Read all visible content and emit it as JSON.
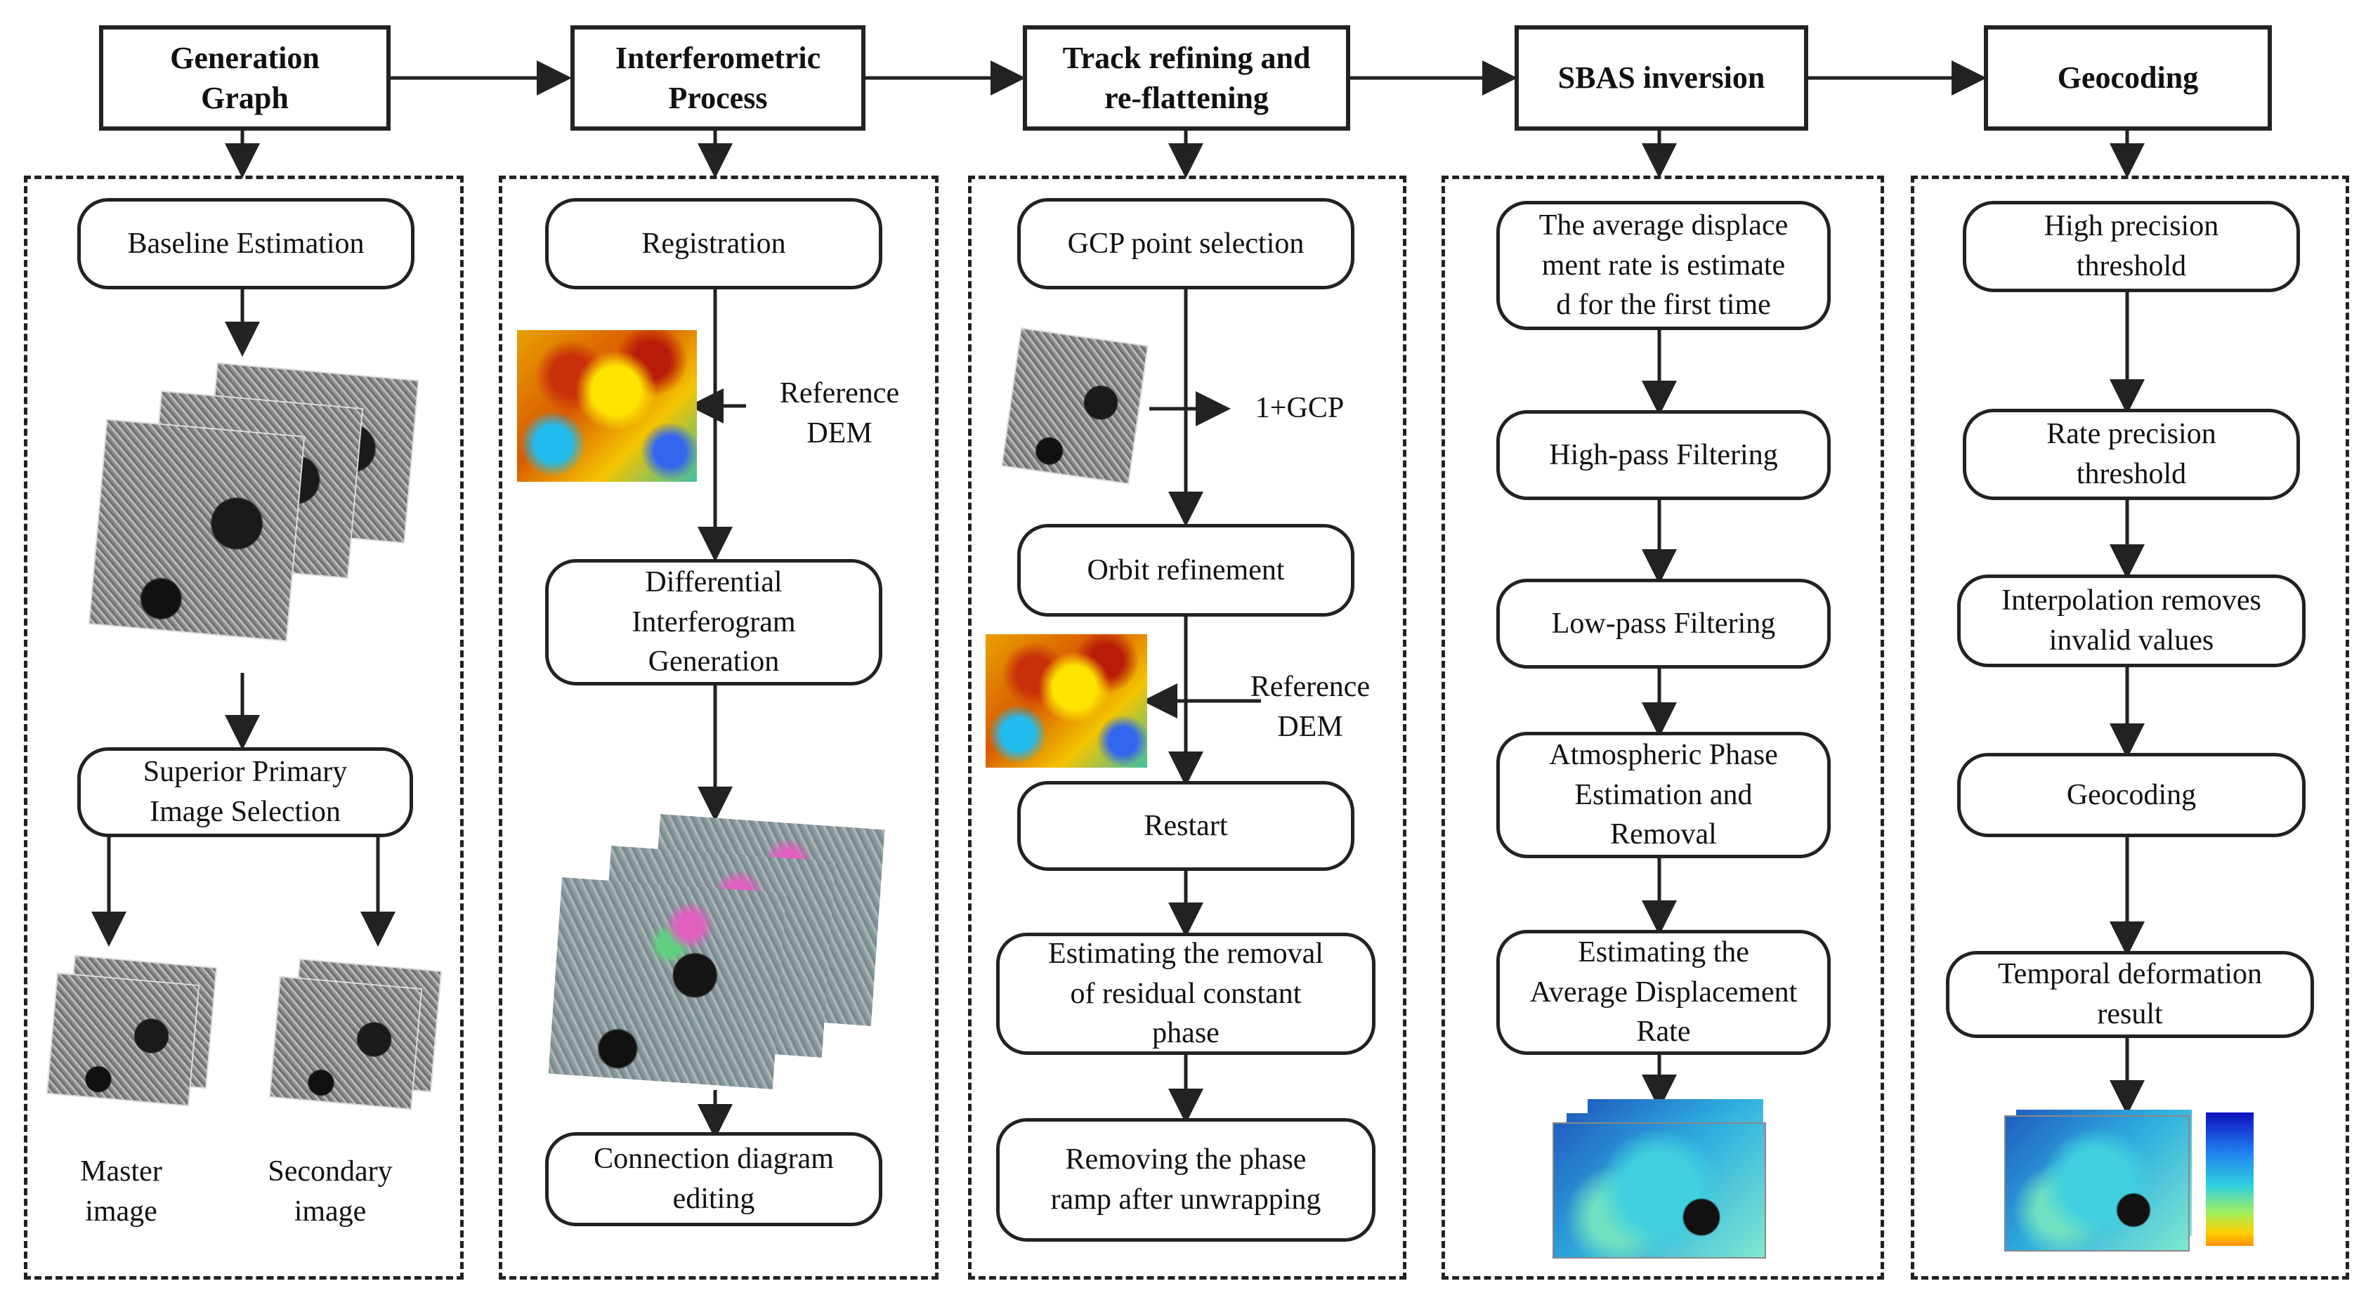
{
  "stages": [
    {
      "id": "generation-graph",
      "label": "Generation\nGraph"
    },
    {
      "id": "interferometric-process",
      "label": "Interferometric\nProcess"
    },
    {
      "id": "track-refining",
      "label": "Track refining and\nre-flattening"
    },
    {
      "id": "sbas-inversion",
      "label": "SBAS inversion"
    },
    {
      "id": "geocoding-stage",
      "label": "Geocoding"
    }
  ],
  "col1": {
    "baseline": "Baseline Estimation",
    "superior": "Superior Primary\nImage Selection",
    "master": "Master\nimage",
    "secondary": "Secondary\nimage"
  },
  "col2": {
    "registration": "Registration",
    "reference_dem": "Reference\nDEM",
    "differential": "Differential\nInterferogram\nGeneration",
    "connection": "Connection diagram\nediting"
  },
  "col3": {
    "gcp": "GCP point selection",
    "one_gcp": "1+GCP",
    "orbit": "Orbit refinement",
    "reference_dem": "Reference\nDEM",
    "restart": "Restart",
    "residual": "Estimating the removal\nof residual constant\nphase",
    "ramp": "Removing the phase\nramp after unwrapping"
  },
  "col4": {
    "avg_first": "The average displace\nment rate is estimate\nd for the first time",
    "highpass": "High-pass Filtering",
    "lowpass": "Low-pass Filtering",
    "atmospheric": "Atmospheric Phase\nEstimation and\nRemoval",
    "avg_rate": "Estimating the\nAverage Displacement\nRate"
  },
  "col5": {
    "high_precision": "High precision\nthreshold",
    "rate_precision": "Rate precision\nthreshold",
    "interpolation": "Interpolation removes\ninvalid values",
    "geocoding": "Geocoding",
    "temporal": "Temporal deformation\nresult"
  }
}
